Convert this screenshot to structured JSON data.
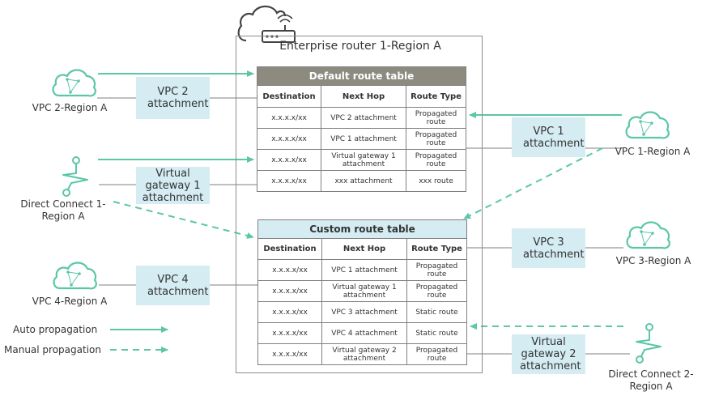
{
  "router": {
    "title": "Enterprise router 1-Region A"
  },
  "default_table": {
    "title": "Default route table",
    "headers": [
      "Destination",
      "Next Hop",
      "Route Type"
    ],
    "rows": [
      [
        "x.x.x.x/xx",
        "VPC 2 attachment",
        "Propagated route"
      ],
      [
        "x.x.x.x/xx",
        "VPC 1 attachment",
        "Propagated route"
      ],
      [
        "x.x.x.x/xx",
        "Virtual gateway 1 attachment",
        "Propagated route"
      ],
      [
        "x.x.x.x/xx",
        "xxx attachment",
        "xxx route"
      ]
    ]
  },
  "custom_table": {
    "title": "Custom route table",
    "headers": [
      "Destination",
      "Next Hop",
      "Route Type"
    ],
    "rows": [
      [
        "x.x.x.x/xx",
        "VPC 1 attachment",
        "Propagated route"
      ],
      [
        "x.x.x.x/xx",
        "Virtual gateway 1 attachment",
        "Propagated route"
      ],
      [
        "x.x.x.x/xx",
        "VPC 3 attachment",
        "Static route"
      ],
      [
        "x.x.x.x/xx",
        "VPC 4 attachment",
        "Static route"
      ],
      [
        "x.x.x.x/xx",
        "Virtual gateway 2 attachment",
        "Propagated route"
      ]
    ]
  },
  "attachments": {
    "vpc2": "VPC 2 attachment",
    "vgw1": "Virtual gateway 1 attachment",
    "vpc4": "VPC 4 attachment",
    "vpc1": "VPC 1 attachment",
    "vpc3": "VPC 3 attachment",
    "vgw2": "Virtual gateway 2 attachment"
  },
  "resources": {
    "vpc2": "VPC 2-Region A",
    "dc1": "Direct Connect 1-Region A",
    "vpc4": "VPC 4-Region A",
    "vpc1": "VPC 1-Region A",
    "vpc3": "VPC 3-Region A",
    "dc2": "Direct Connect 2-Region A"
  },
  "legend": {
    "auto": "Auto propagation",
    "manual": "Manual propagation"
  },
  "colors": {
    "accent": "#5cc6a8",
    "line": "#7f7f7f",
    "attachment_fill": "#d4ecf2"
  },
  "icons": {
    "router": "router-cloud-icon",
    "vpc": "vpc-cloud-icon",
    "direct_connect": "direct-connect-icon"
  }
}
